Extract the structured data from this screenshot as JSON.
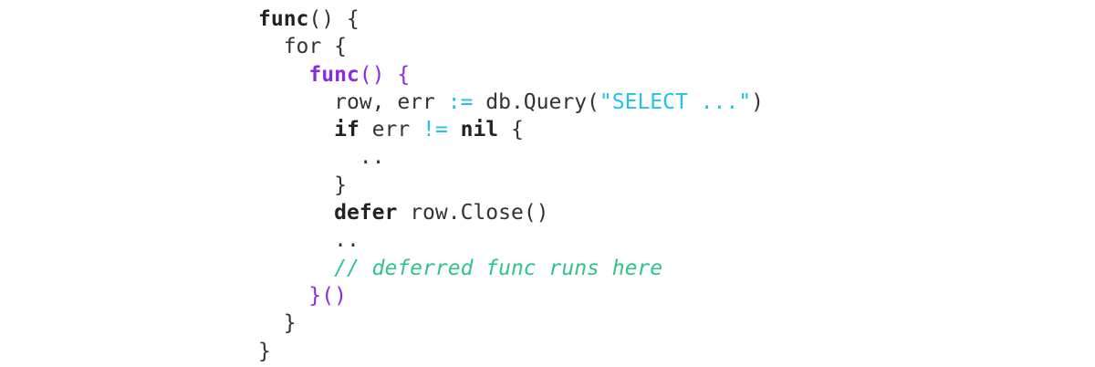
{
  "code": {
    "l1": {
      "indent": "",
      "kw_func": "func",
      "rest": "() {"
    },
    "l2": {
      "indent": "  ",
      "text": "for {"
    },
    "l3": {
      "indent": "    ",
      "kw_func": "func",
      "rest": "() {"
    },
    "l4": {
      "indent": "      ",
      "lhs": "row, err ",
      "op": ":=",
      "call": " db.Query(",
      "str": "\"SELECT ...\"",
      "close": ")"
    },
    "l5": {
      "indent": "      ",
      "kw_if": "if",
      "mid": " err ",
      "op": "!=",
      "sp": " ",
      "kw_nil": "nil",
      "brace": " {"
    },
    "l6": {
      "indent": "        ",
      "text": ".."
    },
    "l7": {
      "indent": "      ",
      "text": "}"
    },
    "l8": {
      "indent": "      ",
      "kw_defer": "defer",
      "rest": " row.Close()"
    },
    "l9": {
      "indent": "      ",
      "text": ".."
    },
    "l10": {
      "indent": "      ",
      "comment": "// deferred func runs here"
    },
    "l11": {
      "indent": "    ",
      "text": "}()"
    },
    "l12": {
      "indent": "  ",
      "text": "}"
    },
    "l13": {
      "indent": "",
      "text": "}"
    }
  },
  "colors": {
    "keyword": "#222222",
    "inner_func": "#8a2be2",
    "operator_string": "#22c1e6",
    "comment": "#2fc48a"
  }
}
